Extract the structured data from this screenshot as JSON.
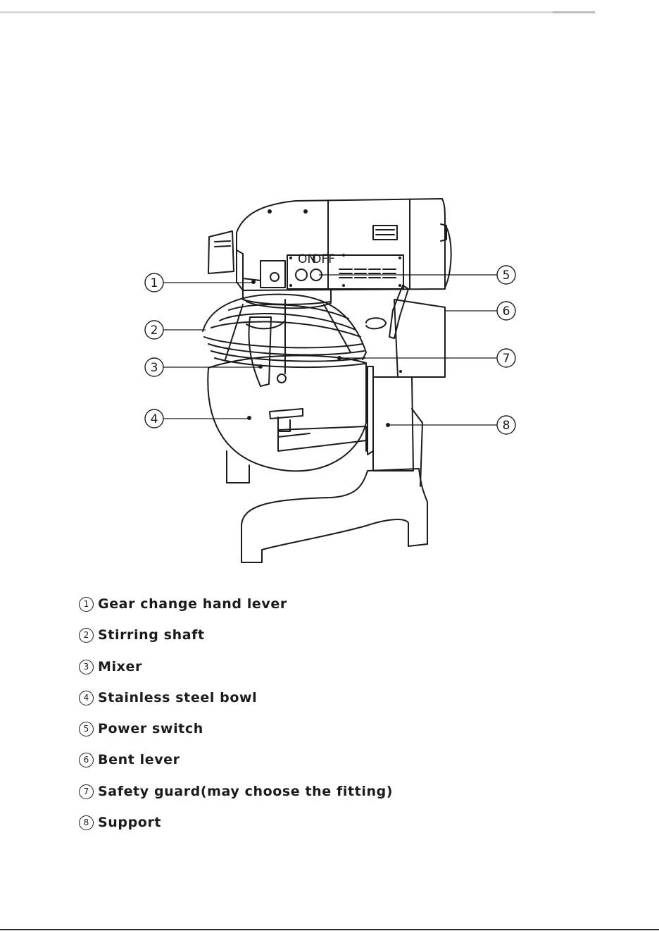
{
  "callouts": [
    {
      "num": "1",
      "label": "Gear change hand lever"
    },
    {
      "num": "2",
      "label": "Stirring shaft"
    },
    {
      "num": "3",
      "label": "Mixer"
    },
    {
      "num": "4",
      "label": "Stainless steel bowl"
    },
    {
      "num": "5",
      "label": "Power switch"
    },
    {
      "num": "6",
      "label": "Bent lever"
    },
    {
      "num": "7",
      "label": "Safety guard(may choose the fitting)"
    },
    {
      "num": "8",
      "label": "Support"
    }
  ],
  "switch_labels": {
    "on": "ON",
    "off": "OFF"
  },
  "colors": {
    "ink": "#1b1b1b",
    "paper": "#ffffff"
  }
}
